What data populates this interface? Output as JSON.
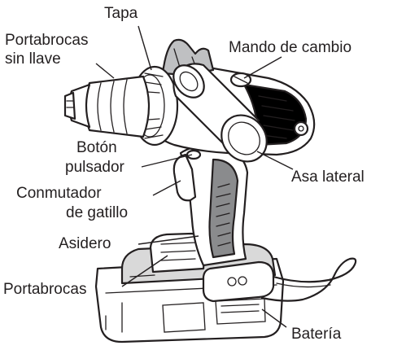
{
  "diagram": {
    "labels": {
      "cap": "Tapa",
      "keyless_chuck_line1": "Portabrocas",
      "keyless_chuck_line2": "sin llave",
      "change_lever": "Mando de cambio",
      "button_line1": "Botón",
      "button_line2": "pulsador",
      "side_grip": "Asa lateral",
      "trigger_line1": "Conmutador",
      "trigger_line2": "de gatillo",
      "handle": "Asidero",
      "bit_holder": "Portabrocas",
      "battery": "Batería"
    },
    "colors": {
      "ink": "#231f20",
      "body_gray": "#c8c8c8",
      "dark_gray": "#6d6e71",
      "light_fill": "#ffffff"
    }
  }
}
